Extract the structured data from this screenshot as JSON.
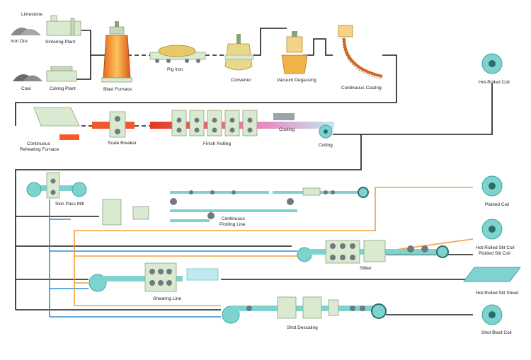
{
  "labels": {
    "limestone": "Limestone",
    "iron_ore": "Iron Ore",
    "sintering_plant": "Sintering Plant",
    "coal": "Coal",
    "coking_plant": "Coking Plant",
    "blast_furnace": "Blast Furnace",
    "pig_iron": "Pig Iron",
    "converter": "Converter",
    "vacuum_degassing": "Vacuum Degassing",
    "continuous_casting": "Continuous Casting",
    "hot_rolled_coil": "Hot-Rolled Coil",
    "reheating_furnace_l1": "Continuous",
    "reheating_furnace_l2": "Reheating Furnace",
    "scale_breaker": "Scale Breaker",
    "finish_rolling": "Finish Rolling",
    "cooling": "Cooling",
    "coiling": "Coiling",
    "skin_pass_mill": "Skin Pass Mill",
    "pickling_line_l1": "Continuous",
    "pickling_line_l2": "Pickling Line",
    "pickled_coil": "Pickled Coil",
    "slit_coil_l1": "Hot-Rolled Slit Coil",
    "slit_coil_l2": "Pickled Slit Coil",
    "slitter": "Slitter",
    "shearing_line": "Shearing Line",
    "slit_sheet": "Hot-Rolled Slit Sheet",
    "shot_descaling": "Shot Descaling",
    "shot_blast_coil": "Shot Blast Coil"
  },
  "colors": {
    "line_black": "#1a1a1a",
    "line_blue": "#2f8fd6",
    "line_orange": "#f0a040",
    "teal": "#7fd3cf",
    "teal_dark": "#3aa7a0",
    "equipment": "#d9ead0",
    "equipment_edge": "#8aa27a",
    "roller": "#6f7a80",
    "hot_orange": "#f25a2a",
    "hot_red": "#e43a1f",
    "pink": "#f28dc5",
    "coil_dark": "#2b6d6a"
  }
}
